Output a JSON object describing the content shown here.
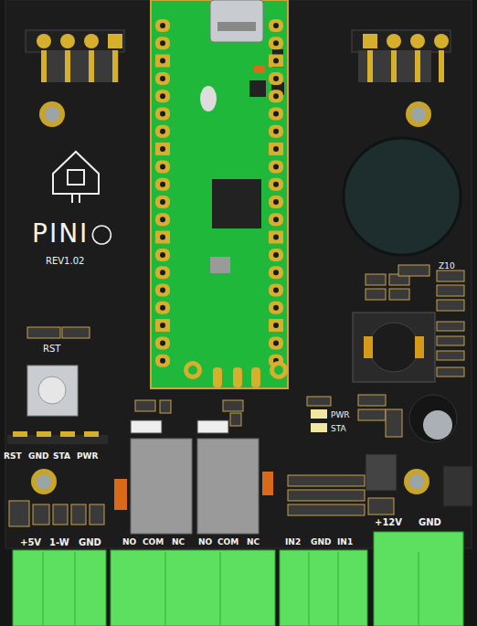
{
  "diagram": {
    "labels": [
      "PINI",
      "REV1.02",
      "RST",
      "RST",
      "GND",
      "STA",
      "PWR",
      "PWR",
      "STA",
      "+5V",
      "1-W",
      "GND",
      "NO",
      "COM",
      "NC",
      "NO",
      "COM",
      "NC",
      "IN2",
      "GND",
      "IN1",
      "+12V",
      "GND",
      "Z10"
    ]
  }
}
